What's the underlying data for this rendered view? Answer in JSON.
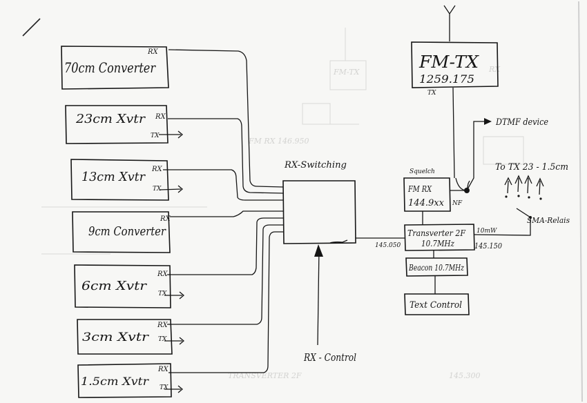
{
  "blocks": {
    "conv70": {
      "label": "70cm Converter",
      "rx": "RX"
    },
    "xvtr23": {
      "label": "23cm Xvtr",
      "rx": "RX",
      "tx": "TX"
    },
    "xvtr13": {
      "label": "13cm Xvtr",
      "rx": "RX",
      "tx": "TX"
    },
    "conv9": {
      "label": "9cm Converter",
      "rx": "RX"
    },
    "xvtr6": {
      "label": "6cm Xvtr",
      "rx": "RX",
      "tx": "TX"
    },
    "xvtr3": {
      "label": "3cm Xvtr",
      "rx": "RX",
      "tx": "TX"
    },
    "xvtr15": {
      "label": "1.5cm Xvtr",
      "rx": "RX",
      "tx": "TX"
    },
    "rxswitch": {
      "label": "RX-Switching"
    },
    "fmtx": {
      "label": "FM-TX",
      "freq": "1259.175",
      "tx": "TX"
    },
    "fmrx": {
      "label": "FM RX",
      "freq": "144.9xx",
      "squelch": "Squelch",
      "nf": "NF"
    },
    "transverter": {
      "label": "Transverter 2F",
      "freq": "10.7MHz",
      "in_freq": "145.050",
      "out_freq": "145.150",
      "out_note": "10mW"
    },
    "beacon": {
      "label": "Beacon 10.7MHz"
    },
    "textcontrol": {
      "label": "Text Control"
    }
  },
  "labels": {
    "dtmf": "DTMF device",
    "to_tx": "To TX 23 - 1.5cm",
    "sma": "SMA-Relais",
    "rx_control": "RX - Control"
  }
}
